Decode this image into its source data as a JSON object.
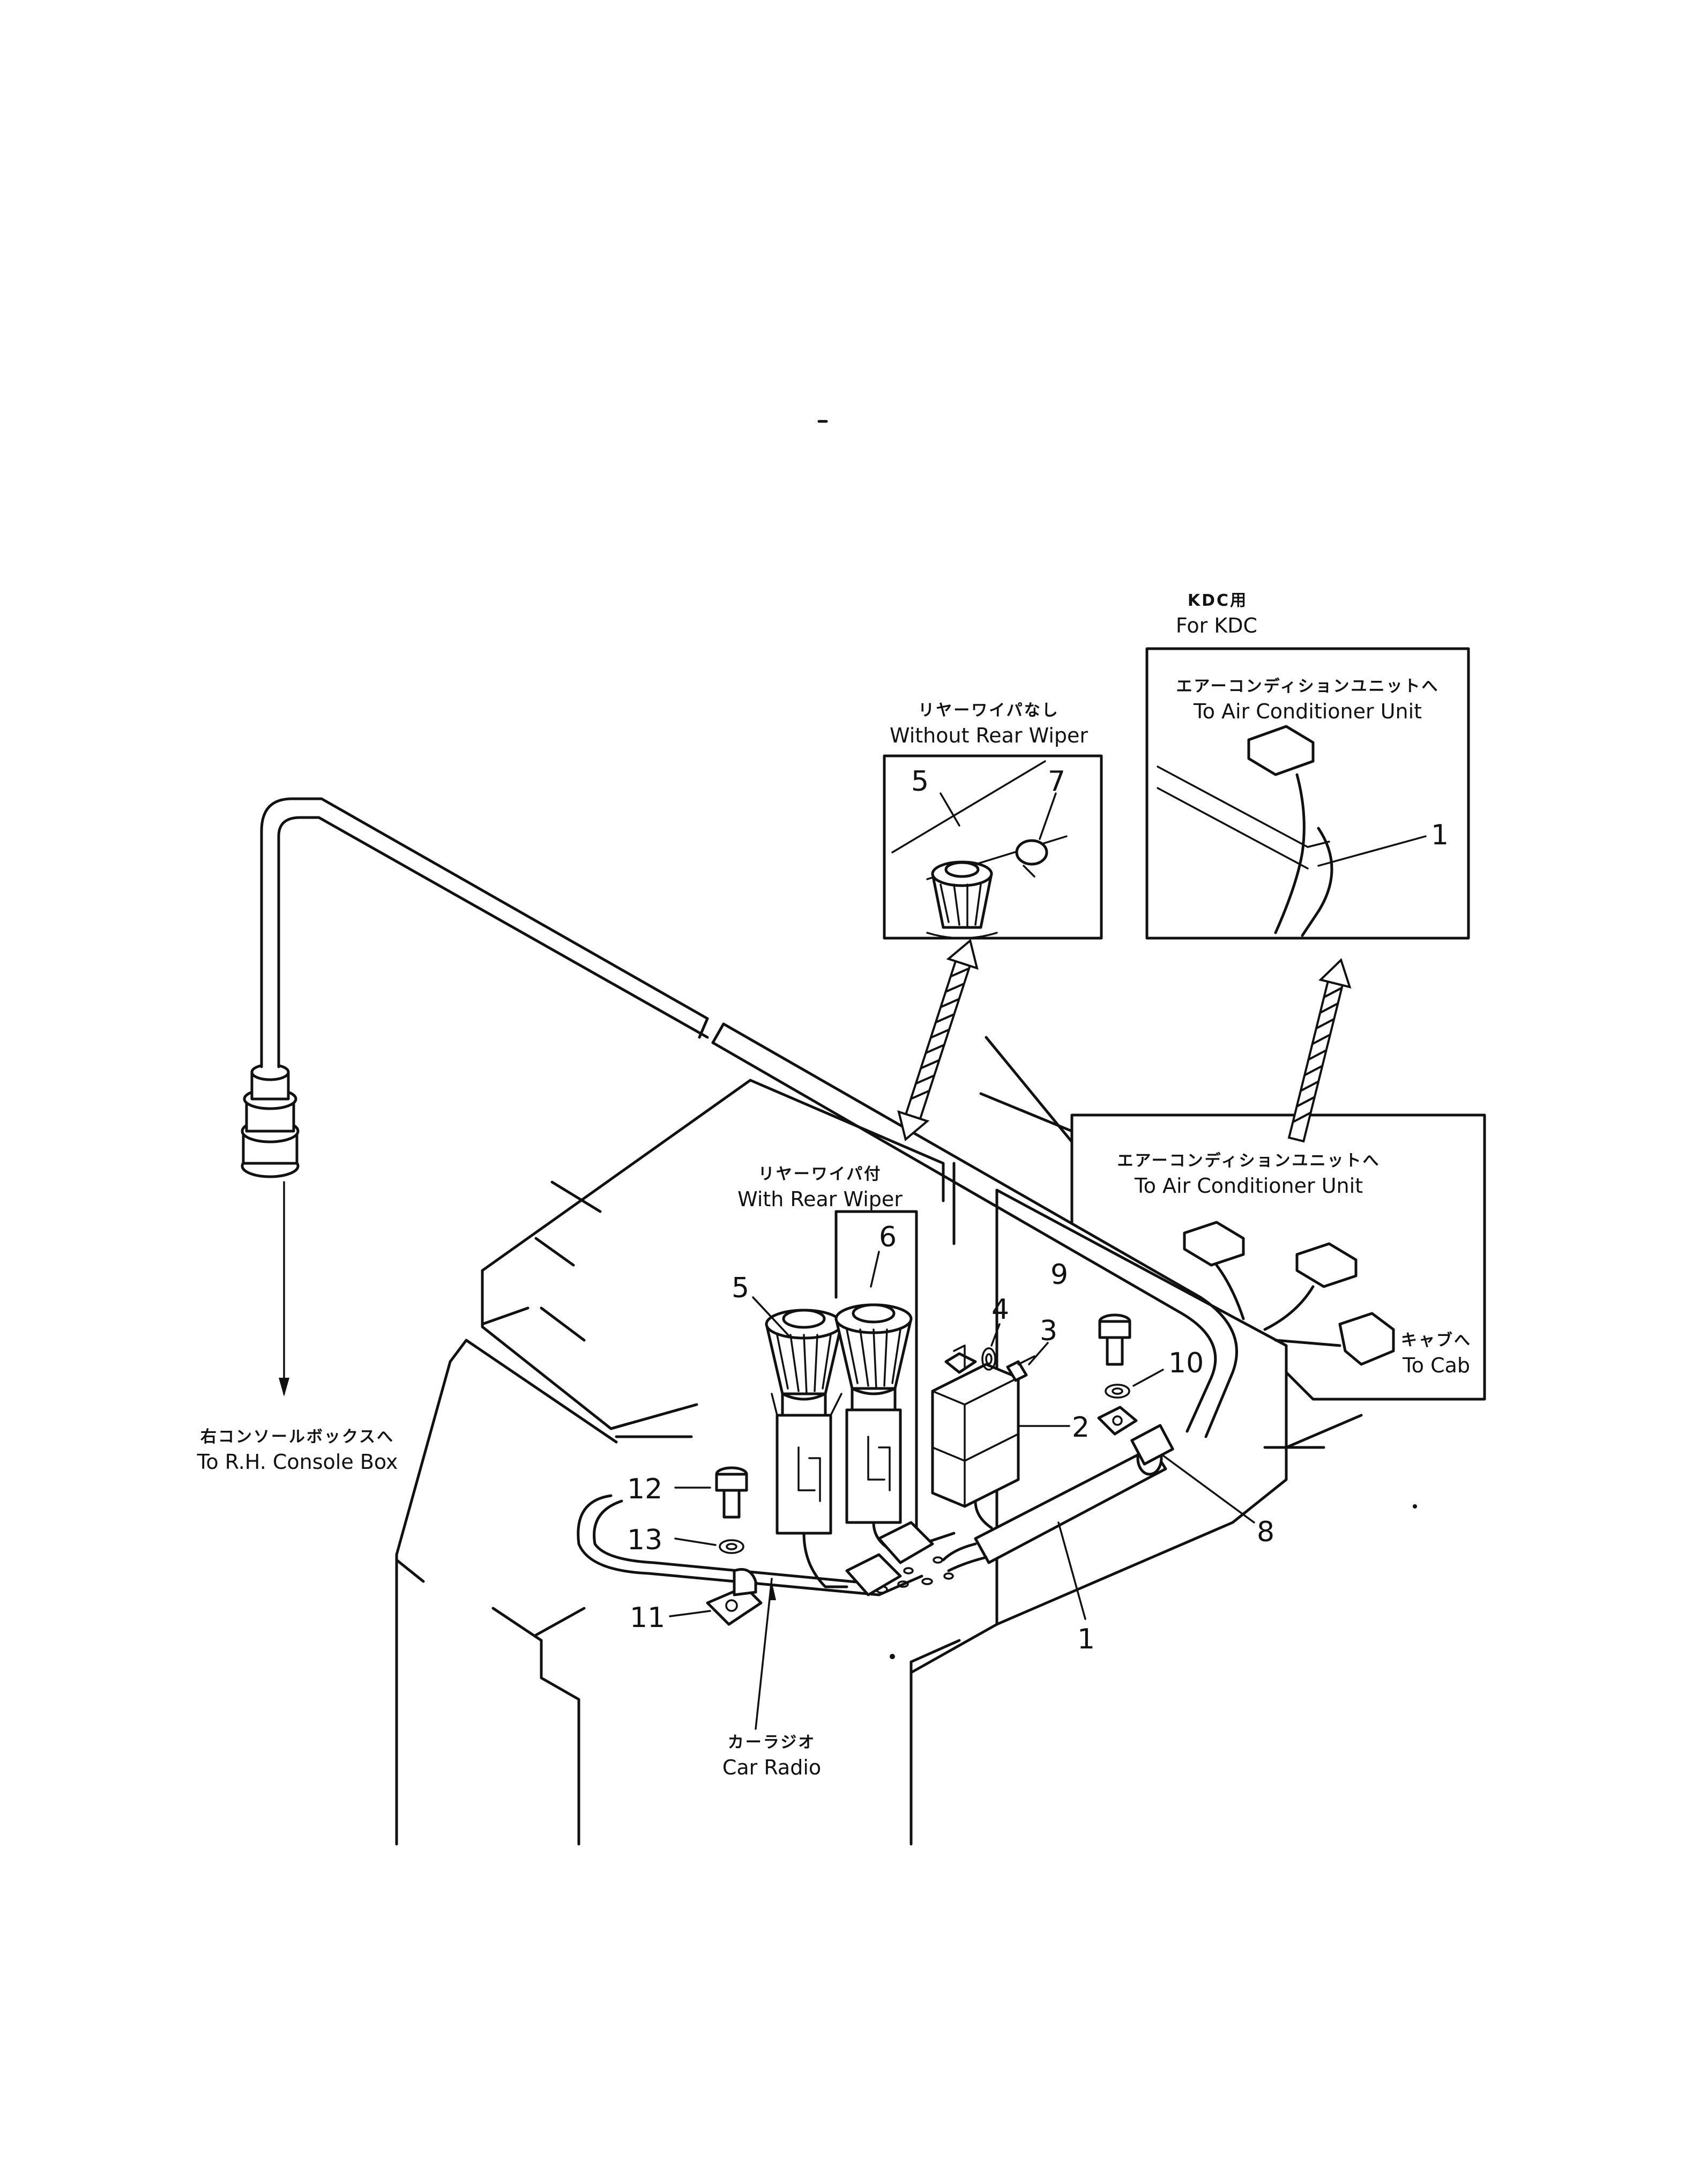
{
  "labels": {
    "kdc_jp": "KDC用",
    "kdc_en": "For KDC",
    "without_rear_wiper_jp": "リヤーワイパなし",
    "without_rear_wiper_en": "Without Rear Wiper",
    "with_rear_wiper_jp": "リヤーワイパ付",
    "with_rear_wiper_en": "With Rear Wiper",
    "to_ac_unit_jp": "エアーコンディションユニットへ",
    "to_ac_unit_en": "To Air Conditioner Unit",
    "to_cab_jp": "キャブへ",
    "to_cab_en": "To Cab",
    "to_console_jp": "右コンソールボックスへ",
    "to_console_en": "To R.H. Console Box",
    "car_radio_jp": "カーラジオ",
    "car_radio_en": "Car Radio"
  },
  "callouts": {
    "c1_kdc": "1",
    "c1_main": "1",
    "c2": "2",
    "c3": "3",
    "c4": "4",
    "c5_top": "5",
    "c5_main": "5",
    "c6": "6",
    "c7": "7",
    "c8": "8",
    "c9": "9",
    "c10": "10",
    "c11": "11",
    "c12": "12",
    "c13": "13"
  }
}
